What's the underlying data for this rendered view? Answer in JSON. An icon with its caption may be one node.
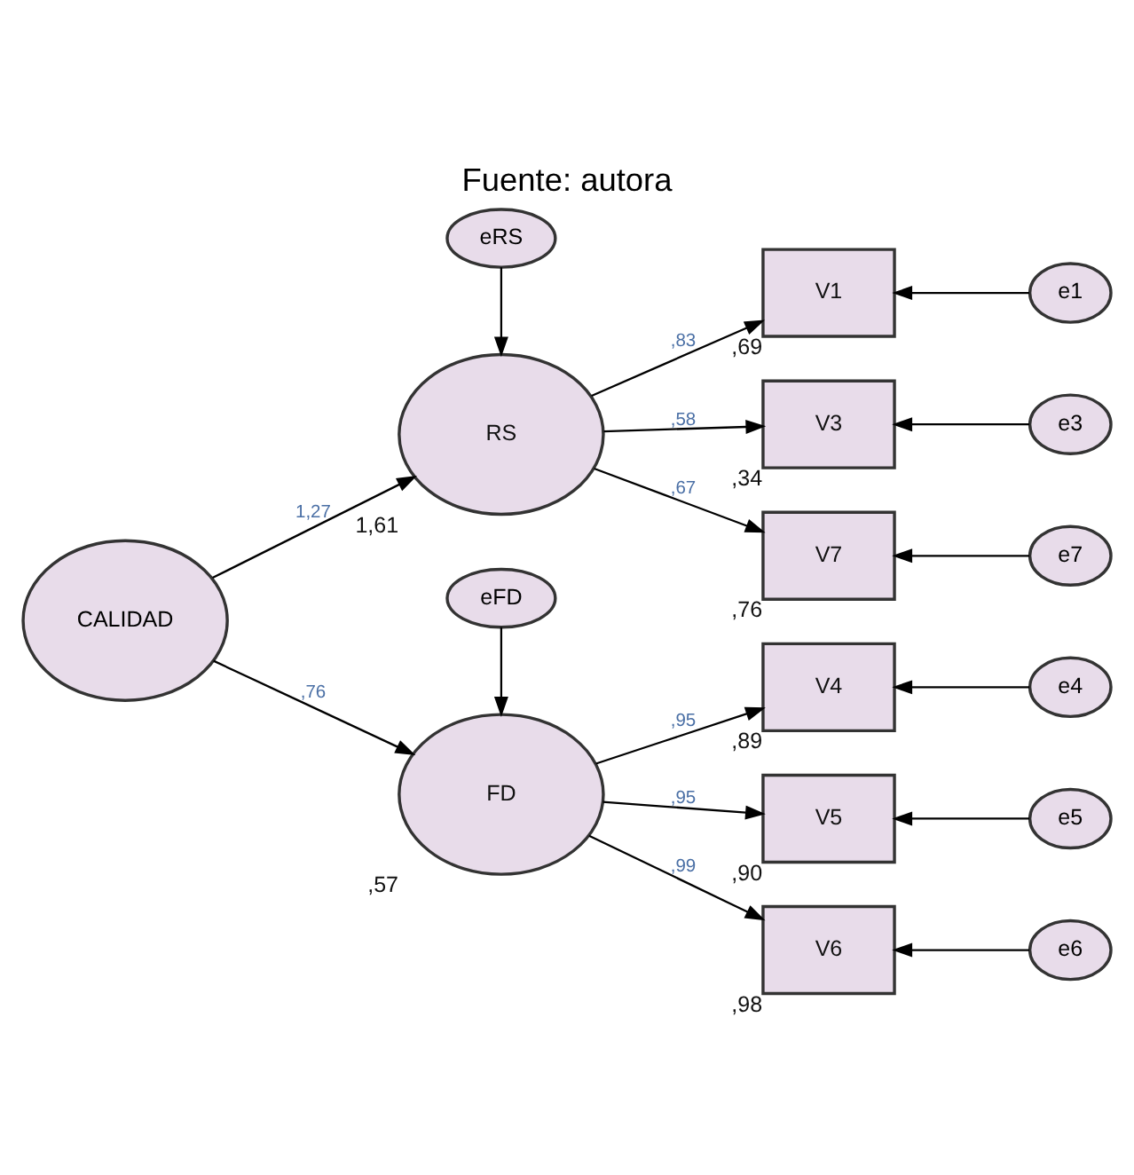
{
  "diagram": {
    "title": "Fuente: autora",
    "nodes": [
      {
        "text": [
          "CALIDAD"
        ]
      },
      {
        "text": [
          "eRS"
        ]
      },
      {
        "text": [
          "RS"
        ],
        "beside": [
          "1,61"
        ]
      },
      {
        "text": [
          "V1"
        ],
        "beside": [
          ",69"
        ]
      },
      {
        "text": [
          "e1"
        ]
      },
      {
        "text": [
          "V3"
        ],
        "beside": [
          ",34"
        ]
      },
      {
        "text": [
          "e3"
        ]
      },
      {
        "text": [
          "V7"
        ],
        "beside": [
          ",76"
        ]
      },
      {
        "text": [
          "e7"
        ]
      },
      {
        "text": [
          "eFD"
        ]
      },
      {
        "text": [
          "FD"
        ],
        "beside": [
          ",57"
        ]
      },
      {
        "text": [
          "V4"
        ],
        "beside": [
          ",89"
        ]
      },
      {
        "text": [
          "e4"
        ]
      },
      {
        "text": [
          "V5"
        ],
        "beside": [
          ",90"
        ]
      },
      {
        "text": [
          "e5"
        ]
      },
      {
        "text": [
          "V6"
        ],
        "beside": [
          ",98"
        ]
      },
      {
        "text": [
          "e6"
        ]
      }
    ],
    "edges": [
      {
        "from": 0,
        "to": 2,
        "arrow": "to",
        "label": "1,27"
      },
      {
        "from": 1,
        "to": 2,
        "arrow": "to"
      },
      {
        "from": 2,
        "to": 3,
        "arrow": "to",
        "label": ",83"
      },
      {
        "from": 2,
        "to": 5,
        "arrow": "to",
        "label": ",58"
      },
      {
        "from": 2,
        "to": 7,
        "arrow": "to",
        "label": ",67"
      },
      {
        "from": 4,
        "to": 3,
        "arrow": "to"
      },
      {
        "from": 6,
        "to": 5,
        "arrow": "to"
      },
      {
        "from": 8,
        "to": 7,
        "arrow": "to"
      },
      {
        "from": 0,
        "to": 10,
        "arrow": "to",
        "label": ",76"
      },
      {
        "from": 9,
        "to": 10,
        "arrow": "to"
      },
      {
        "from": 10,
        "to": 11,
        "arrow": "to",
        "label": ",95"
      },
      {
        "from": 10,
        "to": 13,
        "arrow": "to",
        "label": ",95"
      },
      {
        "from": 10,
        "to": 15,
        "arrow": "to",
        "label": ",99"
      },
      {
        "from": 12,
        "to": 11,
        "arrow": "to"
      },
      {
        "from": 14,
        "to": 13,
        "arrow": "to"
      },
      {
        "from": 16,
        "to": 15,
        "arrow": "to"
      }
    ]
  }
}
